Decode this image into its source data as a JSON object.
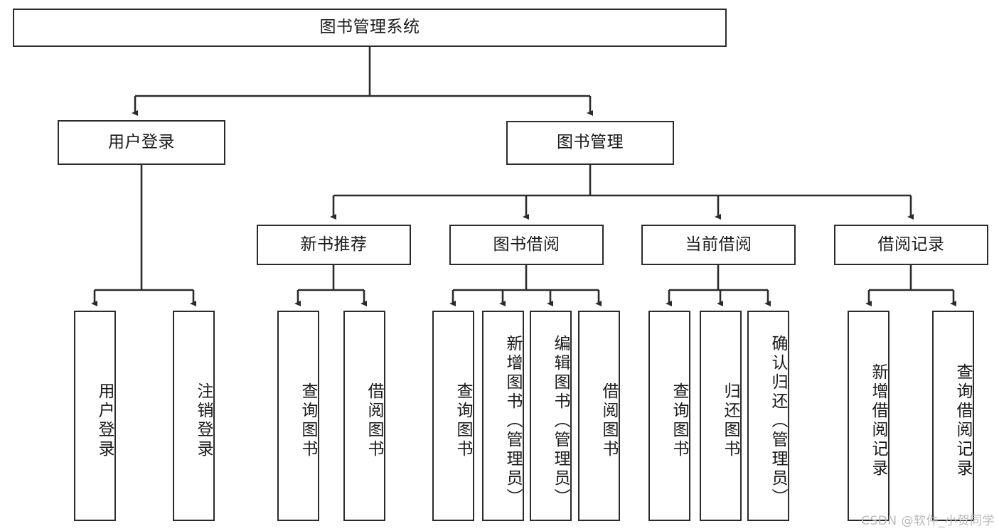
{
  "diagram": {
    "type": "tree-hierarchy",
    "title": "图书管理系统",
    "watermark": "CSDN @软件_小贺同学",
    "colors": {
      "stroke": "#2b2b2b",
      "fill": "#ffffff",
      "text": "#1a1a1a",
      "watermark": "#b9b9b9"
    },
    "levels": {
      "root": {
        "label": "图书管理系统"
      },
      "level2": [
        {
          "label": "用户登录"
        },
        {
          "label": "图书管理"
        }
      ],
      "level3": [
        {
          "label": "新书推荐"
        },
        {
          "label": "图书借阅"
        },
        {
          "label": "当前借阅"
        },
        {
          "label": "借阅记录"
        }
      ],
      "leaves": {
        "user_login": [
          {
            "label": "用户登录"
          },
          {
            "label": "注销登录"
          }
        ],
        "new_book_recommend": [
          {
            "label": "查询图书"
          },
          {
            "label": "借阅图书"
          }
        ],
        "book_borrow": [
          {
            "label": "查询图书"
          },
          {
            "label": "新增图书（管理员）"
          },
          {
            "label": "编辑图书（管理员）"
          },
          {
            "label": "借阅图书"
          }
        ],
        "current_borrow": [
          {
            "label": "查询图书"
          },
          {
            "label": "归还图书"
          },
          {
            "label": "确认归还（管理员）"
          }
        ],
        "borrow_record": [
          {
            "label": "新增借阅记录"
          },
          {
            "label": "查询借阅记录"
          }
        ]
      }
    }
  }
}
